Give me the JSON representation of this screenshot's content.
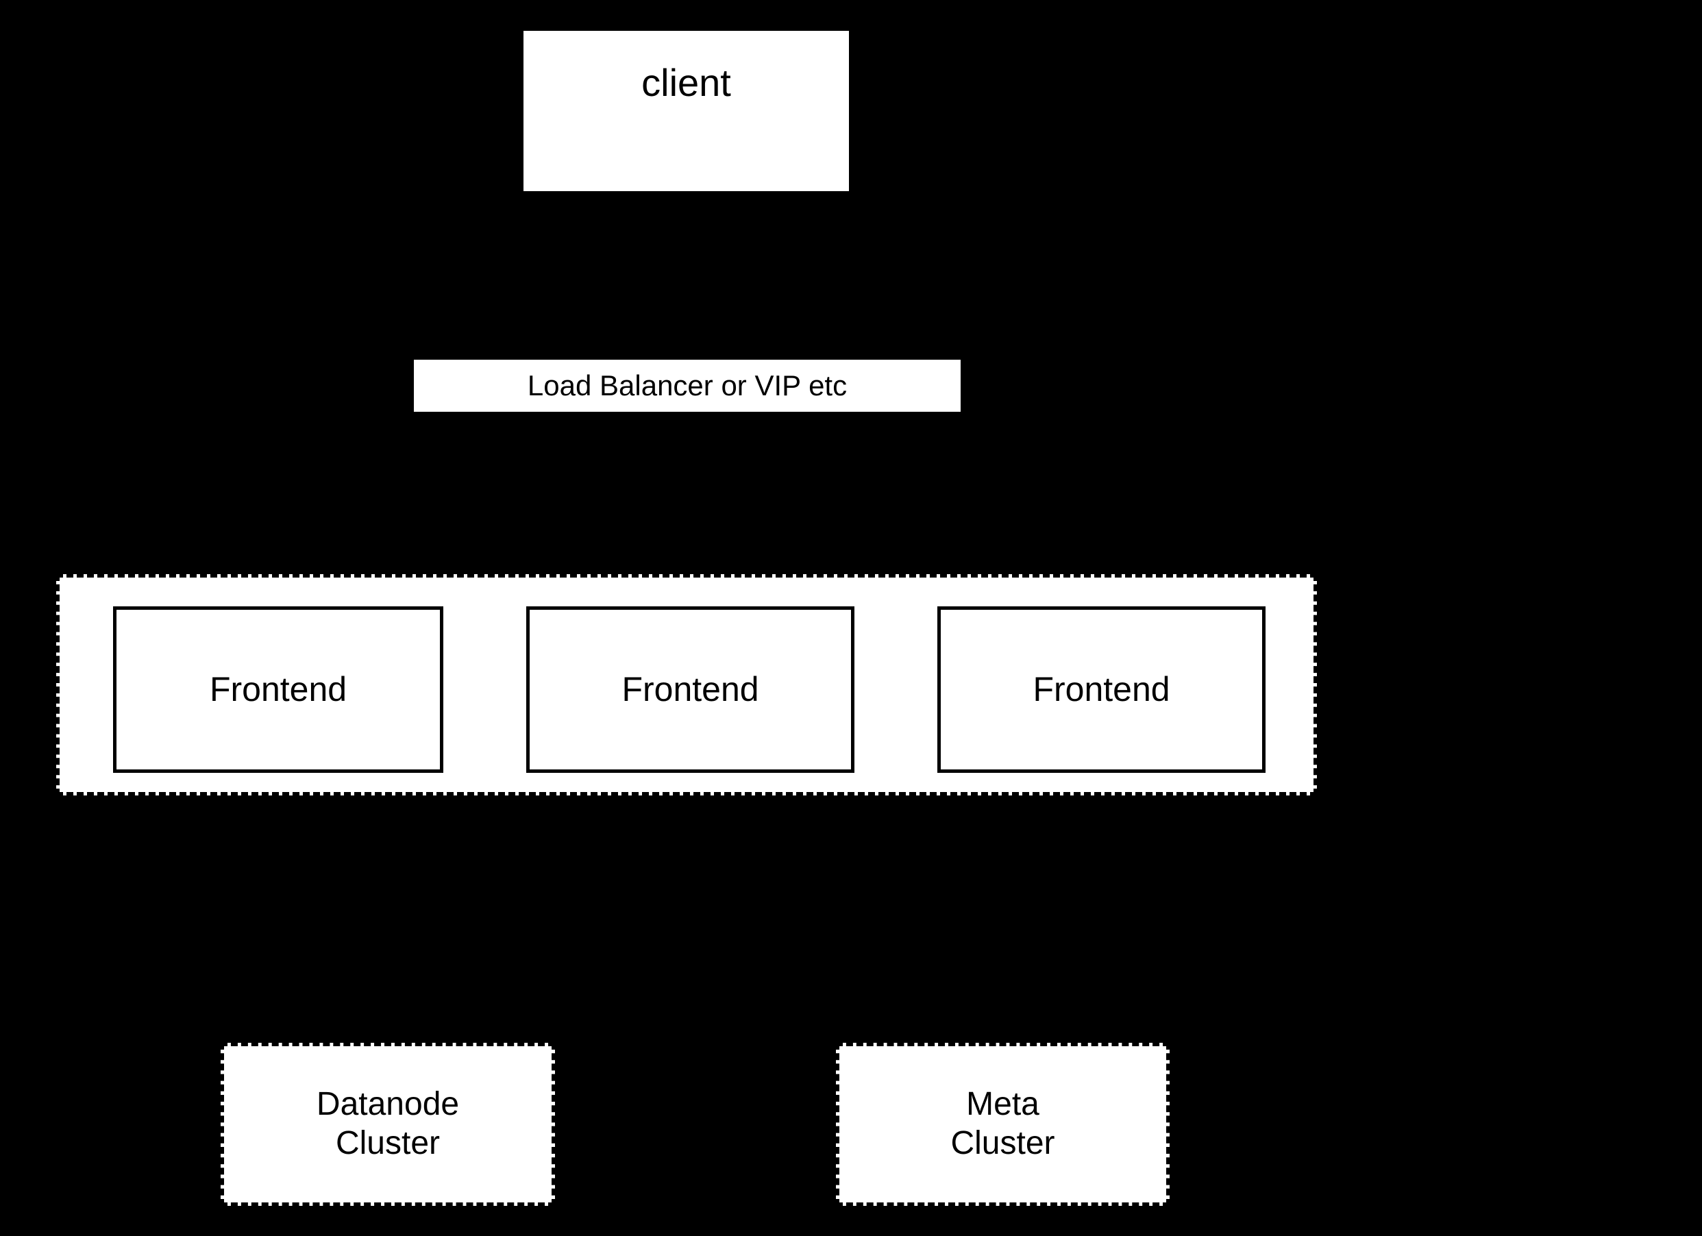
{
  "diagram": {
    "background_color": "#000000",
    "node_fill_color": "#ffffff",
    "stroke_color": "#000000",
    "nodes": {
      "client": {
        "label": "client",
        "shape": "rectangle",
        "border_style": "none"
      },
      "load_balancer": {
        "label": "Load Balancer or VIP etc",
        "shape": "rectangle",
        "border_style": "none"
      },
      "frontend_cluster": {
        "shape": "rectangle",
        "border_style": "dashed",
        "members": [
          {
            "label": "Frontend"
          },
          {
            "label": "Frontend"
          },
          {
            "label": "Frontend"
          }
        ]
      },
      "datanode_cluster": {
        "label_line_1": "Datanode",
        "label_line_2": "Cluster",
        "shape": "rectangle",
        "border_style": "dashed"
      },
      "meta_cluster": {
        "label_line_1": "Meta",
        "label_line_2": "Cluster",
        "shape": "rectangle",
        "border_style": "dashed"
      }
    }
  }
}
